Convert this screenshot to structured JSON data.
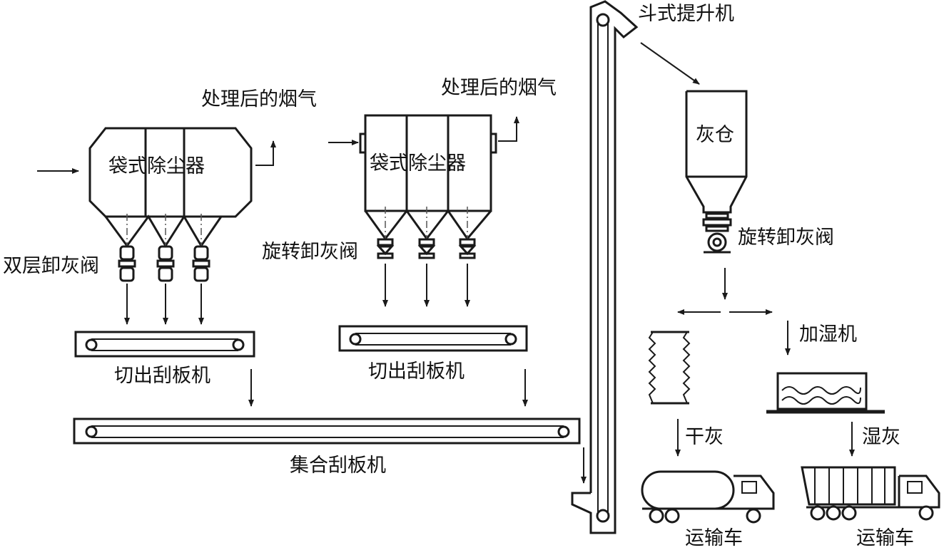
{
  "labels": {
    "treated_gas_1": "处理后的烟气",
    "treated_gas_2": "处理后的烟气",
    "bag_filter_1": "袋式除尘器",
    "bag_filter_2": "袋式除尘器",
    "double_valve": "双层卸灰阀",
    "rotary_valve_1": "旋转卸灰阀",
    "rotary_valve_2": "旋转卸灰阀",
    "scraper_1": "切出刮板机",
    "scraper_2": "切出刮板机",
    "collecting_scraper": "集合刮板机",
    "bucket_elevator": "斗式提升机",
    "ash_silo": "灰仓",
    "humidifier": "加湿机",
    "dry_ash": "干灰",
    "wet_ash": "湿灰",
    "truck_1": "运输车",
    "truck_2": "运输车"
  }
}
